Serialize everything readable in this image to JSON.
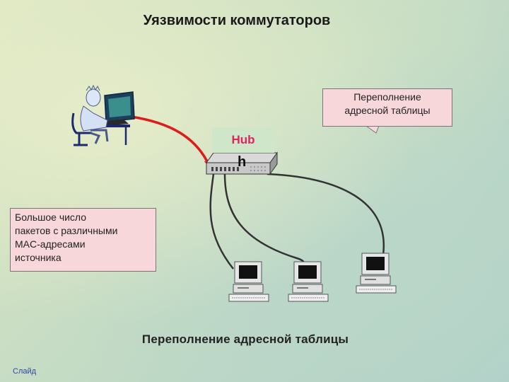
{
  "slide": {
    "title": "Уязвимости коммутаторов",
    "caption": "Переполнение адресной таблицы",
    "slide_label": "Слайд"
  },
  "callouts": {
    "overflow": {
      "line1": "Переполнение",
      "line2": "адресной таблицы"
    },
    "packets": {
      "line1": "Большое число",
      "line2": "пакетов с различными",
      "line3": "MAC-адресами",
      "line4": "источника"
    }
  },
  "hub": {
    "label": "Hub",
    "overflow_char": "h"
  },
  "colors": {
    "attack_line": "#e01b1b",
    "callout_bg": "#f7d7da",
    "hub_text": "#e0245e",
    "cable": "#333333"
  },
  "icons": [
    "attacker-user-icon",
    "hub-device-icon",
    "workstation-icon"
  ]
}
